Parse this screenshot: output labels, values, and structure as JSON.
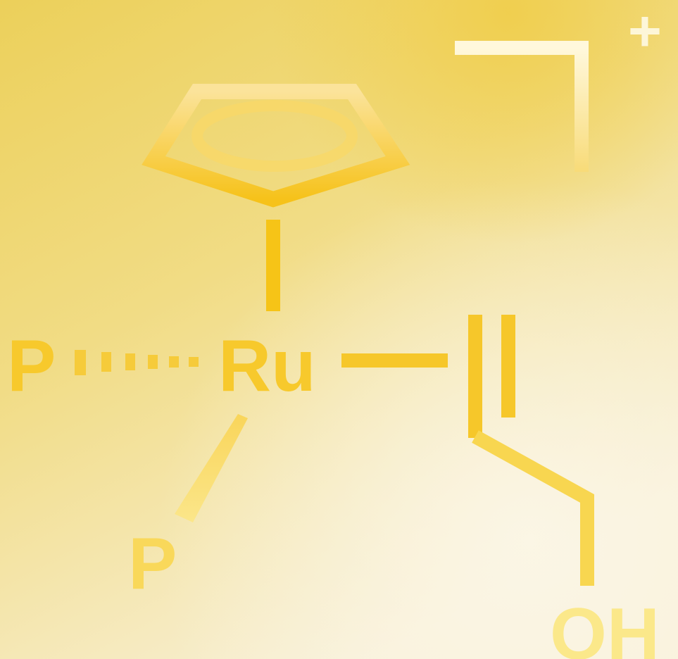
{
  "molecule": {
    "metal": "Ru",
    "ligand_top_phosphine": "P",
    "ligand_bottom_phosphine": "P",
    "hydroxyl": "OH",
    "charge": "+"
  },
  "colors": {
    "background_top": "#efd25a",
    "background_bottom": "#f7efd6",
    "bond": "#f5c214",
    "atom_label": "#f7cc34",
    "bracket": "#fdf2c8"
  }
}
